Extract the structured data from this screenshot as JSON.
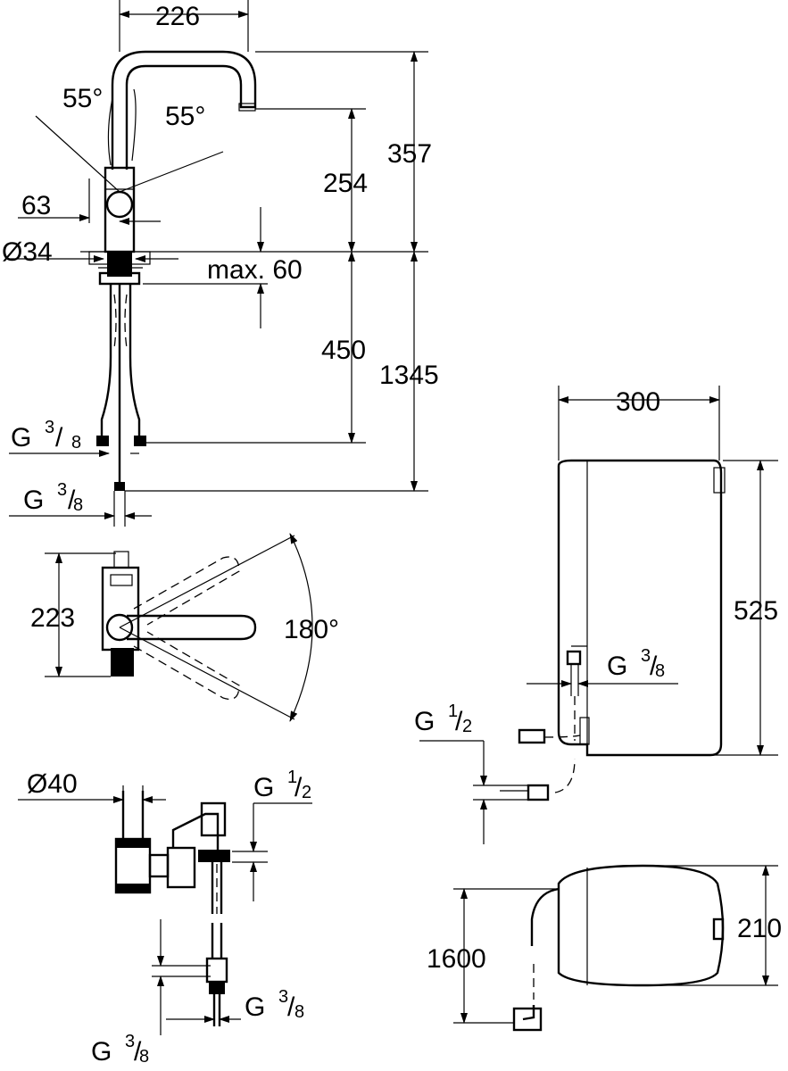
{
  "dimensions": {
    "width_top": "226",
    "angle_left": "55°",
    "angle_right": "55°",
    "spout_height": "254",
    "total_height": "357",
    "offset_63": "63",
    "diam_34": "Ø34",
    "max_60": "max. 60",
    "hose_450": "450",
    "hose_1345": "1345",
    "side_223": "223",
    "rotation": "180°",
    "diam_40": "Ø40",
    "boiler_width": "300",
    "boiler_height": "525",
    "boiler_depth": "210",
    "cable_1600": "1600"
  },
  "threads": {
    "g": "G",
    "three_eighths_num": "3",
    "three_eighths_den": "8",
    "half_num": "1",
    "half_den": "2"
  }
}
